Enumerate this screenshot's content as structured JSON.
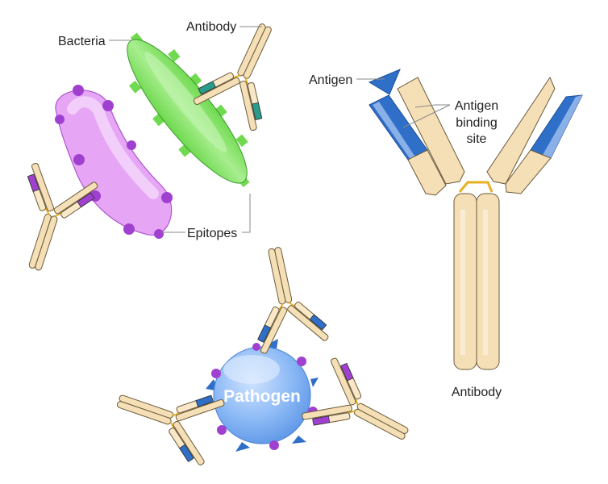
{
  "labels": {
    "antibody_top": "Antibody",
    "bacteria": "Bacteria",
    "antigen": "Antigen",
    "binding_site_line1": "Antigen",
    "binding_site_line2": "binding",
    "binding_site_line3": "site",
    "epitopes": "Epitopes",
    "pathogen": "Pathogen",
    "antibody_main": "Antibody"
  },
  "colors": {
    "bacteria_green": "#7ddf5e",
    "bacteria_purple": "#e6a6f5",
    "pathogen_blue": "#8ab8f5",
    "antigen_blue": "#2f6fc8",
    "epitope_purple": "#a040d0",
    "antibody_chain": "#f5dfb6",
    "disulfide": "#e8b020"
  }
}
